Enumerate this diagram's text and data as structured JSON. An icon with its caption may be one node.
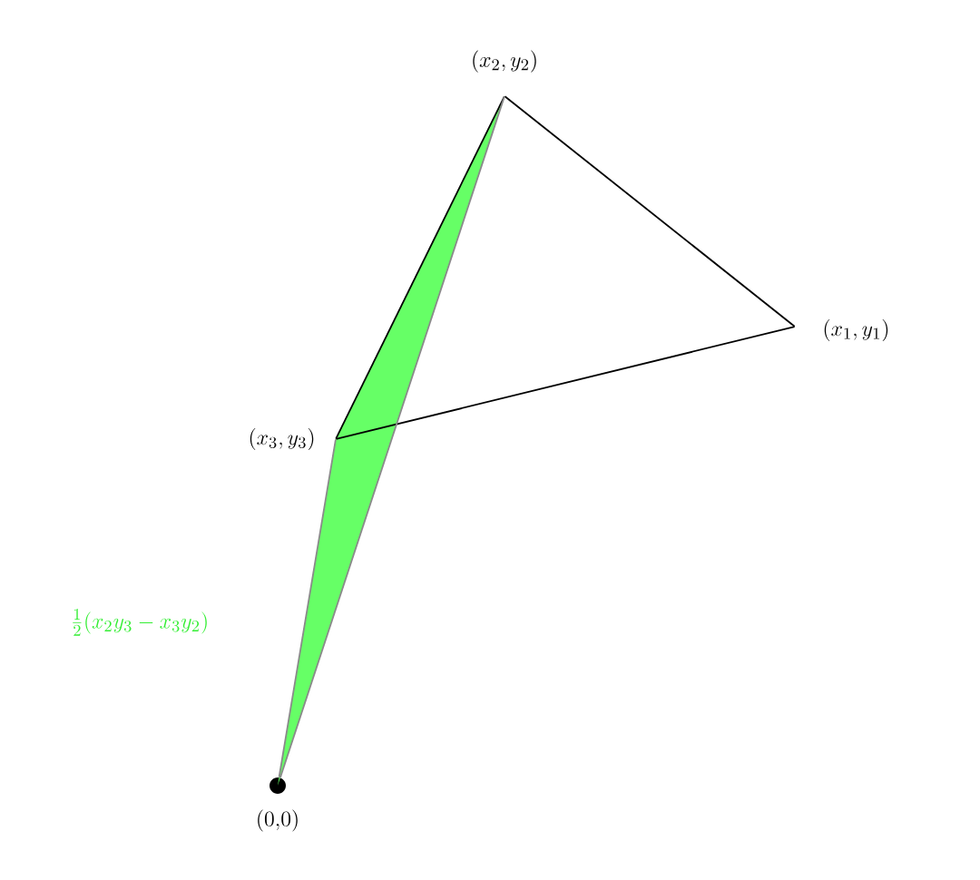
{
  "diagram": {
    "nodes": [
      {
        "text": [],
        "shape": "point",
        "beside": [
          "(x_2, y_2)"
        ]
      },
      {
        "text": [],
        "shape": "point",
        "beside": [
          "(x_1, y_1)"
        ]
      },
      {
        "text": [],
        "shape": "point",
        "beside": [
          "(x_3, y_3)"
        ]
      },
      {
        "text": [],
        "shape": "circle",
        "beside": [
          "(0{,}0)"
        ]
      }
    ],
    "edges": [
      {
        "from": 0,
        "to": 1,
        "arrow": "none"
      },
      {
        "from": 1,
        "to": 2,
        "arrow": "none"
      },
      {
        "from": 2,
        "to": 0,
        "arrow": "none"
      },
      {
        "from": 3,
        "to": 2,
        "arrow": "none",
        "color": "#8a8a8a"
      },
      {
        "from": 3,
        "to": 0,
        "arrow": "none",
        "color": "#8a8a8a"
      }
    ],
    "labels": [
      "\\frac{1}{2}(x_2y_3 - x_3y_2)"
    ]
  }
}
